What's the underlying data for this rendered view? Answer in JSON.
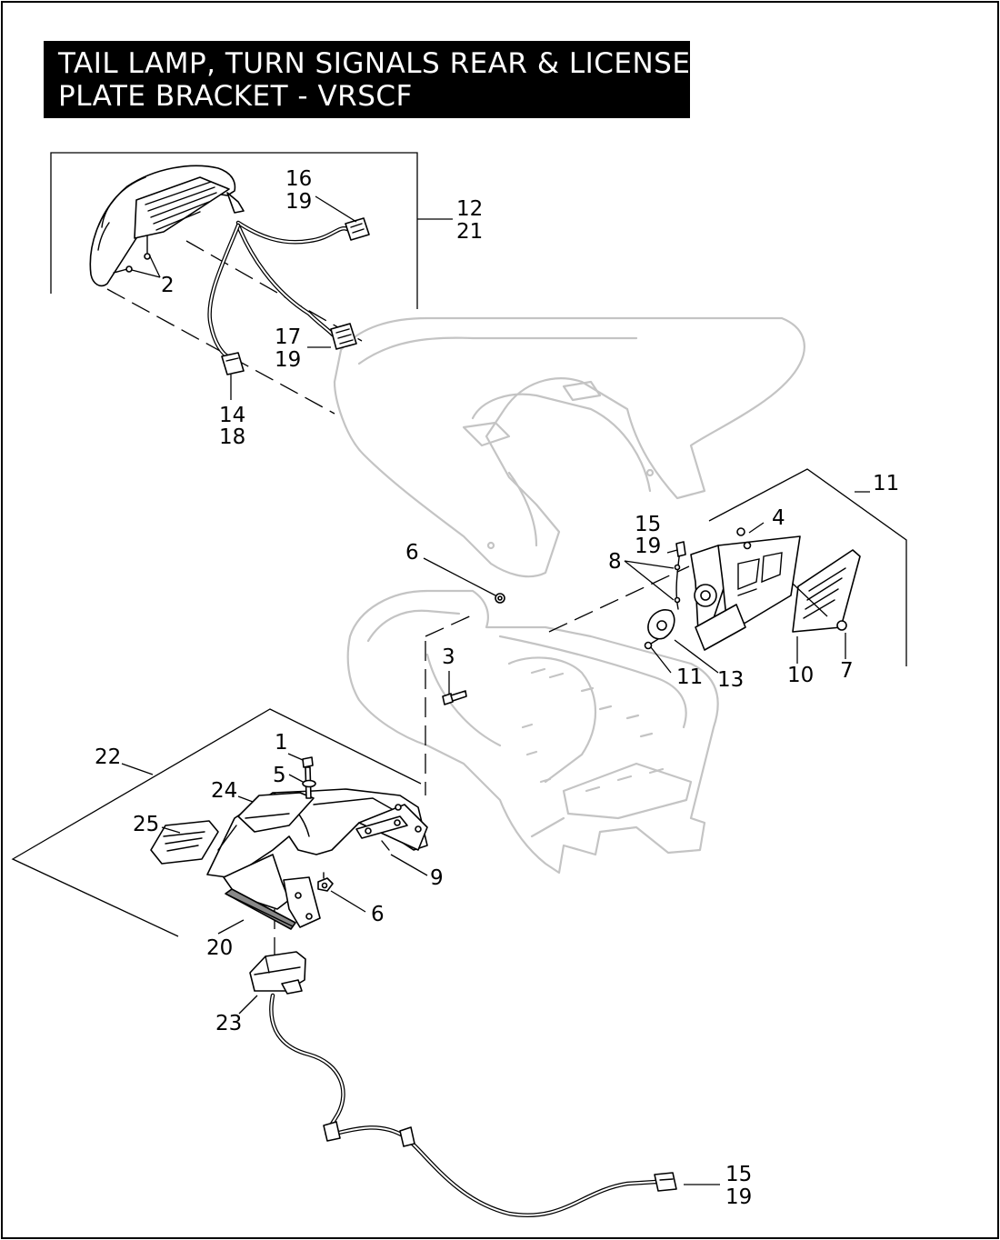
{
  "title": {
    "line1": "TAIL LAMP, TURN SIGNALS REAR & LICENSE",
    "line2": "PLATE BRACKET - VRSCF"
  },
  "callouts": {
    "c16": "16",
    "c19a": "19",
    "c12": "12",
    "c21": "21",
    "c2": "2",
    "c17": "17",
    "c19b": "19",
    "c14": "14",
    "c18": "18",
    "c11a": "11",
    "c15a": "15",
    "c19c": "19",
    "c4": "4",
    "c8": "8",
    "c6a": "6",
    "c3": "3",
    "c11b": "11",
    "c13": "13",
    "c10": "10",
    "c7": "7",
    "c22": "22",
    "c1": "1",
    "c5": "5",
    "c24": "24",
    "c25": "25",
    "c9": "9",
    "c6b": "6",
    "c20": "20",
    "c23": "23",
    "c15b": "15",
    "c19d": "19"
  }
}
